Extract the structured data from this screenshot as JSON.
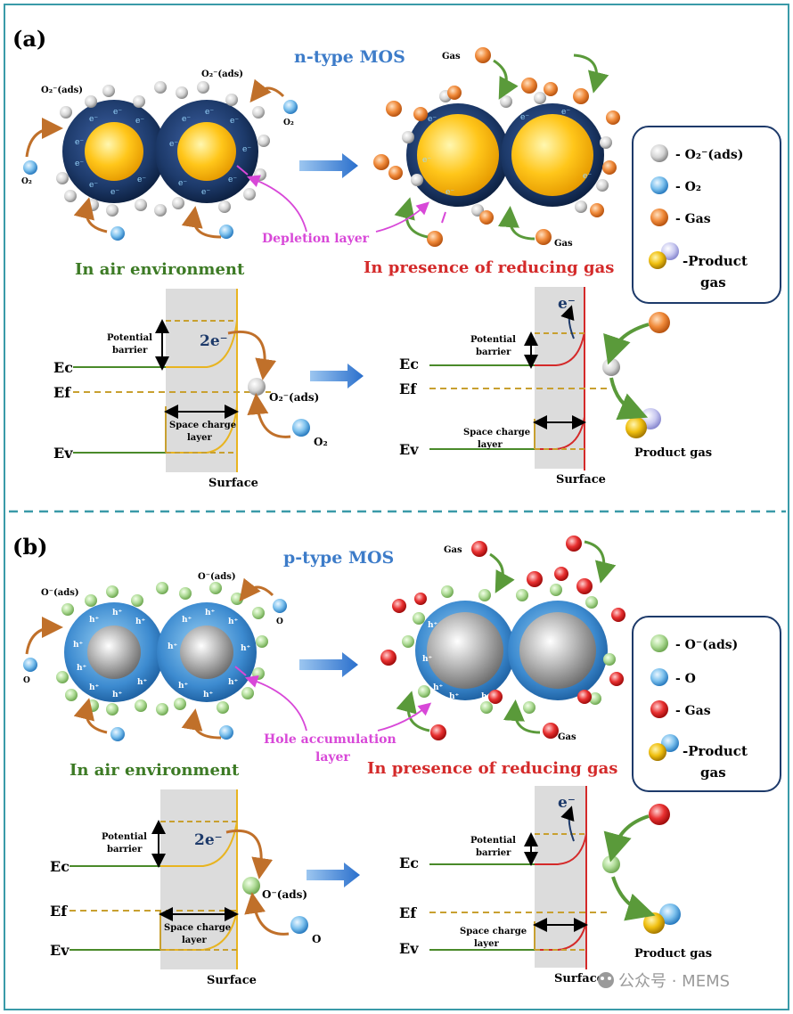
{
  "panel_a": {
    "label": "(a)",
    "title": "n-type MOS",
    "o2ads_1": "O₂⁻(ads)",
    "o2ads_2": "O₂⁻(ads)",
    "o2_1": "O₂",
    "o2_2": "O₂",
    "gas_1": "Gas",
    "gas_2": "Gas",
    "carrier": "e⁻",
    "depletion": "Depletion layer",
    "air_env": "In air environment",
    "reducing_env": "In  presence of reducing gas",
    "legend": {
      "o2ads": "- O₂⁻(ads)",
      "o2": "- O₂",
      "gas": "- Gas",
      "product_1": "-Product",
      "product_2": "gas"
    },
    "band_left": {
      "ec": "Ec",
      "ef": "Ef",
      "ev": "Ev",
      "potential_1": "Potential",
      "potential_2": "barrier",
      "electrons": "2e⁻",
      "space_1": "Space charge",
      "space_2": "layer",
      "surface": "Surface",
      "ads": "O₂⁻(ads)",
      "o2": "O₂"
    },
    "band_right": {
      "ec": "Ec",
      "ef": "Ef",
      "ev": "Ev",
      "potential_1": "Potential",
      "potential_2": "barrier",
      "electron": "e⁻",
      "space_1": "Space charge",
      "space_2": "layer",
      "surface": "Surface",
      "product": "Product gas"
    }
  },
  "panel_b": {
    "label": "(b)",
    "title": "p-type MOS",
    "oads_1": "O⁻(ads)",
    "oads_2": "O⁻(ads)",
    "o_1": "O",
    "o_2": "O",
    "gas_1": "Gas",
    "gas_2": "Gas",
    "carrier": "h⁺",
    "hole_1": "Hole accumulation",
    "hole_2": "layer",
    "air_env": "In air environment",
    "reducing_env": "In  presence of reducing gas",
    "legend": {
      "oads": "- O⁻(ads)",
      "o": "- O",
      "gas": "- Gas",
      "product_1": "-Product",
      "product_2": "gas"
    },
    "band_left": {
      "ec": "Ec",
      "ef": "Ef",
      "ev": "Ev",
      "potential_1": "Potential",
      "potential_2": "barrier",
      "electrons": "2e⁻",
      "space_1": "Space charge",
      "space_2": "layer",
      "surface": "Surface",
      "ads": "O⁻(ads)",
      "o": "O"
    },
    "band_right": {
      "ec": "Ec",
      "ef": "Ef",
      "ev": "Ev",
      "potential_1": "Potential",
      "potential_2": "barrier",
      "electron": "e⁻",
      "space_1": "Space charge",
      "space_2": "layer",
      "surface": "Surface",
      "product": "Product gas"
    }
  },
  "watermark": "公众号 · MEMS",
  "colors": {
    "frame": "#3a9aa8",
    "title": "#3d7cc9",
    "env_air": "#3c7a24",
    "env_reducing": "#d42a2a",
    "depletion": "#d848d8",
    "n_shell": "#1d3a6a",
    "p_shell": "#3d8bd0",
    "gas_n": "#e88a3a",
    "gas_p": "#e02828",
    "o_green": "#a8d890"
  }
}
